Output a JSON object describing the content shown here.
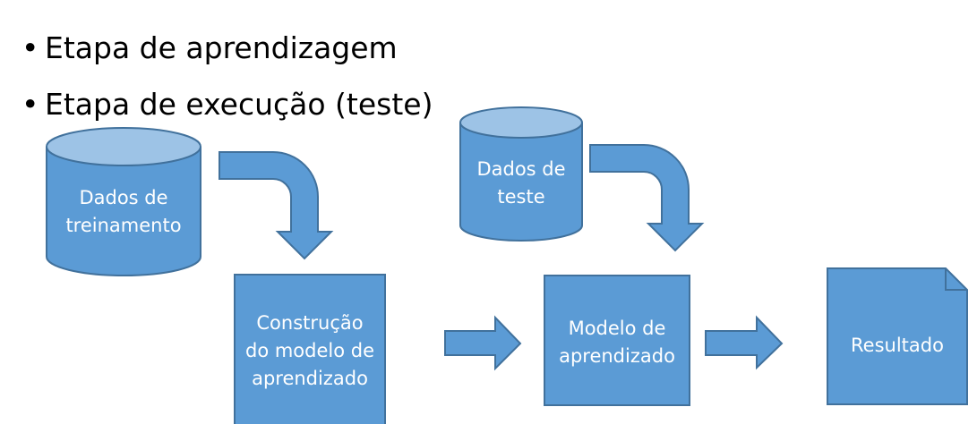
{
  "bullets": [
    "Etapa de aprendizagem",
    "Etapa de execução (teste)"
  ],
  "bullet_glyph": "•",
  "nodes": {
    "training_data": "Dados de treinamento",
    "test_data": "Dados de teste",
    "build_model": "Construção do modelo de aprendizado",
    "model": "Modelo de aprendizado",
    "result": "Resultado"
  },
  "colors": {
    "fill": "#5B9BD5",
    "stroke": "#41719C",
    "cylinder_top": "#9DC3E6",
    "text": "#FFFFFF"
  }
}
